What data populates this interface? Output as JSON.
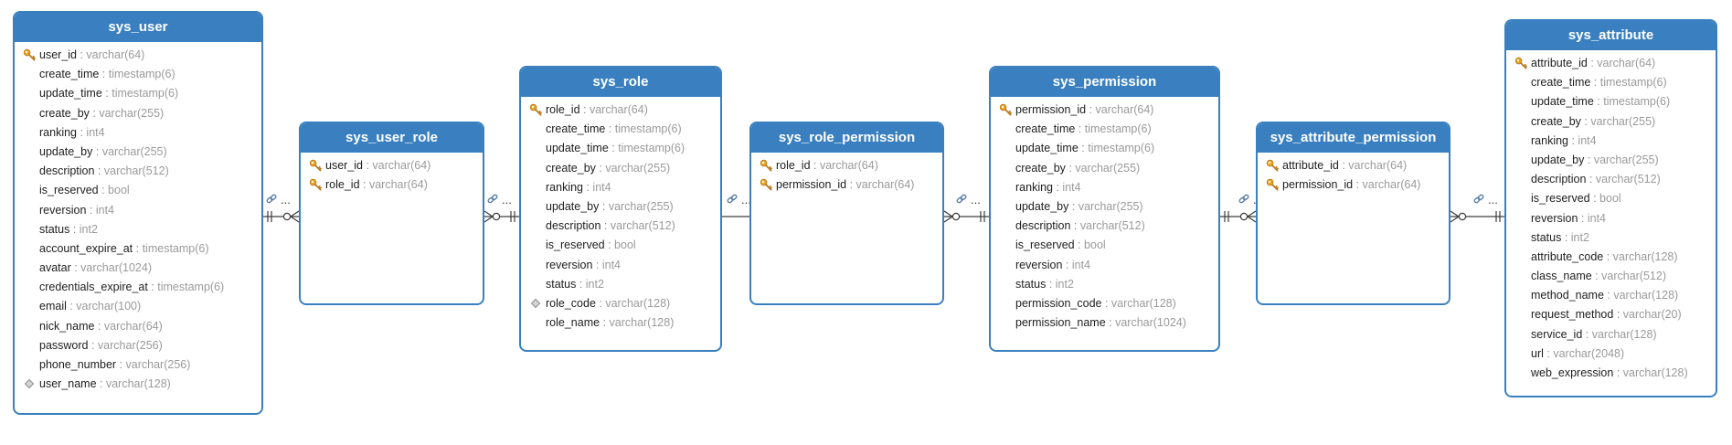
{
  "colors": {
    "header": "#3a80c0",
    "border": "#3a80c0",
    "field_type": "#9a9a9a",
    "pk_icon": "#e8a626"
  },
  "entities": [
    {
      "name": "sys_user",
      "fields": [
        {
          "name": "user_id",
          "type": "varchar(64)",
          "icon": "key-icon"
        },
        {
          "name": "create_time",
          "type": "timestamp(6)",
          "icon": ""
        },
        {
          "name": "update_time",
          "type": "timestamp(6)",
          "icon": ""
        },
        {
          "name": "create_by",
          "type": "varchar(255)",
          "icon": ""
        },
        {
          "name": "ranking",
          "type": "int4",
          "icon": ""
        },
        {
          "name": "update_by",
          "type": "varchar(255)",
          "icon": ""
        },
        {
          "name": "description",
          "type": "varchar(512)",
          "icon": ""
        },
        {
          "name": "is_reserved",
          "type": "bool",
          "icon": ""
        },
        {
          "name": "reversion",
          "type": "int4",
          "icon": ""
        },
        {
          "name": "status",
          "type": "int2",
          "icon": ""
        },
        {
          "name": "account_expire_at",
          "type": "timestamp(6)",
          "icon": ""
        },
        {
          "name": "avatar",
          "type": "varchar(1024)",
          "icon": ""
        },
        {
          "name": "credentials_expire_at",
          "type": "timestamp(6)",
          "icon": ""
        },
        {
          "name": "email",
          "type": "varchar(100)",
          "icon": ""
        },
        {
          "name": "nick_name",
          "type": "varchar(64)",
          "icon": ""
        },
        {
          "name": "password",
          "type": "varchar(256)",
          "icon": ""
        },
        {
          "name": "phone_number",
          "type": "varchar(256)",
          "icon": ""
        },
        {
          "name": "user_name",
          "type": "varchar(128)",
          "icon": "diamond-icon"
        }
      ]
    },
    {
      "name": "sys_user_role",
      "fields": [
        {
          "name": "user_id",
          "type": "varchar(64)",
          "icon": "key-icon"
        },
        {
          "name": "role_id",
          "type": "varchar(64)",
          "icon": "key-icon"
        }
      ]
    },
    {
      "name": "sys_role",
      "fields": [
        {
          "name": "role_id",
          "type": "varchar(64)",
          "icon": "key-icon"
        },
        {
          "name": "create_time",
          "type": "timestamp(6)",
          "icon": ""
        },
        {
          "name": "update_time",
          "type": "timestamp(6)",
          "icon": ""
        },
        {
          "name": "create_by",
          "type": "varchar(255)",
          "icon": ""
        },
        {
          "name": "ranking",
          "type": "int4",
          "icon": ""
        },
        {
          "name": "update_by",
          "type": "varchar(255)",
          "icon": ""
        },
        {
          "name": "description",
          "type": "varchar(512)",
          "icon": ""
        },
        {
          "name": "is_reserved",
          "type": "bool",
          "icon": ""
        },
        {
          "name": "reversion",
          "type": "int4",
          "icon": ""
        },
        {
          "name": "status",
          "type": "int2",
          "icon": ""
        },
        {
          "name": "role_code",
          "type": "varchar(128)",
          "icon": "diamond-icon"
        },
        {
          "name": "role_name",
          "type": "varchar(128)",
          "icon": ""
        }
      ]
    },
    {
      "name": "sys_role_permission",
      "fields": [
        {
          "name": "role_id",
          "type": "varchar(64)",
          "icon": "key-icon"
        },
        {
          "name": "permission_id",
          "type": "varchar(64)",
          "icon": "key-icon"
        }
      ]
    },
    {
      "name": "sys_permission",
      "fields": [
        {
          "name": "permission_id",
          "type": "varchar(64)",
          "icon": "key-icon"
        },
        {
          "name": "create_time",
          "type": "timestamp(6)",
          "icon": ""
        },
        {
          "name": "update_time",
          "type": "timestamp(6)",
          "icon": ""
        },
        {
          "name": "create_by",
          "type": "varchar(255)",
          "icon": ""
        },
        {
          "name": "ranking",
          "type": "int4",
          "icon": ""
        },
        {
          "name": "update_by",
          "type": "varchar(255)",
          "icon": ""
        },
        {
          "name": "description",
          "type": "varchar(512)",
          "icon": ""
        },
        {
          "name": "is_reserved",
          "type": "bool",
          "icon": ""
        },
        {
          "name": "reversion",
          "type": "int4",
          "icon": ""
        },
        {
          "name": "status",
          "type": "int2",
          "icon": ""
        },
        {
          "name": "permission_code",
          "type": "varchar(128)",
          "icon": ""
        },
        {
          "name": "permission_name",
          "type": "varchar(1024)",
          "icon": ""
        }
      ]
    },
    {
      "name": "sys_attribute_permission",
      "fields": [
        {
          "name": "attribute_id",
          "type": "varchar(64)",
          "icon": "key-icon"
        },
        {
          "name": "permission_id",
          "type": "varchar(64)",
          "icon": "key-icon"
        }
      ]
    },
    {
      "name": "sys_attribute",
      "fields": [
        {
          "name": "attribute_id",
          "type": "varchar(64)",
          "icon": "key-icon"
        },
        {
          "name": "create_time",
          "type": "timestamp(6)",
          "icon": ""
        },
        {
          "name": "update_time",
          "type": "timestamp(6)",
          "icon": ""
        },
        {
          "name": "create_by",
          "type": "varchar(255)",
          "icon": ""
        },
        {
          "name": "ranking",
          "type": "int4",
          "icon": ""
        },
        {
          "name": "update_by",
          "type": "varchar(255)",
          "icon": ""
        },
        {
          "name": "description",
          "type": "varchar(512)",
          "icon": ""
        },
        {
          "name": "is_reserved",
          "type": "bool",
          "icon": ""
        },
        {
          "name": "reversion",
          "type": "int4",
          "icon": ""
        },
        {
          "name": "status",
          "type": "int2",
          "icon": ""
        },
        {
          "name": "attribute_code",
          "type": "varchar(128)",
          "icon": ""
        },
        {
          "name": "class_name",
          "type": "varchar(512)",
          "icon": ""
        },
        {
          "name": "method_name",
          "type": "varchar(128)",
          "icon": ""
        },
        {
          "name": "request_method",
          "type": "varchar(20)",
          "icon": ""
        },
        {
          "name": "service_id",
          "type": "varchar(128)",
          "icon": ""
        },
        {
          "name": "url",
          "type": "varchar(2048)",
          "icon": ""
        },
        {
          "name": "web_expression",
          "type": "varchar(128)",
          "icon": ""
        }
      ]
    }
  ],
  "relationships": [
    {
      "from": "sys_user",
      "to": "sys_user_role",
      "label": "..."
    },
    {
      "from": "sys_role",
      "to": "sys_user_role",
      "label": "..."
    },
    {
      "from": "sys_role",
      "to": "sys_role_permission",
      "label": "..."
    },
    {
      "from": "sys_role_permission",
      "to": "sys_permission",
      "label": "..."
    },
    {
      "from": "sys_permission",
      "to": "sys_attribute_permission",
      "label": "..."
    },
    {
      "from": "sys_attribute_permission",
      "to": "sys_attribute",
      "label": "..."
    }
  ]
}
